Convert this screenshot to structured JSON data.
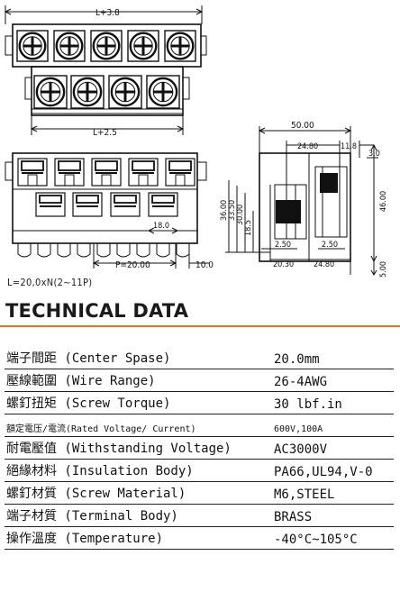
{
  "drawing": {
    "dims": {
      "top_pitch": "L+3.8",
      "mid_pitch": "L+2.5",
      "pitch_p": "P=20.00",
      "side_18": "18.0",
      "bottom_10": "10.0",
      "width_50": "50.00",
      "w_24_80_top": "24.80",
      "w_11_8": "11.8",
      "w_3_0": "3.0",
      "h_36": "36.00",
      "h_33_5": "33.50",
      "h_30": "30.00",
      "h_18_5": "18.5",
      "h_46": "46.00",
      "w_2_50_a": "2.50",
      "w_2_50_b": "2.50",
      "w_20_30": "20.30",
      "w_24_80_bot": "24.80",
      "h_5": "5.00"
    }
  },
  "formula": "L=20,0xN(2~11P)",
  "heading": "TECHNICAL DATA",
  "specs": [
    {
      "label": "端子間距 (Center Spase)",
      "value": "20.0mm"
    },
    {
      "label": "壓線範圍 (Wire Range)",
      "value": "26-4AWG"
    },
    {
      "label": "螺釘扭矩 (Screw Torque)",
      "value": "30 lbf.in"
    },
    {
      "label": "額定電压/電流(Rated Voltage/ Current)",
      "value": "600V,100A",
      "small": true
    },
    {
      "label": "耐電壓值 (Withstanding Voltage)",
      "value": "AC3000V"
    },
    {
      "label": "絕緣材料 (Insulation Body)",
      "value": "PA66,UL94,V-0"
    },
    {
      "label": "螺釘材質 (Screw Material)",
      "value": "M6,STEEL"
    },
    {
      "label": "端子材質 (Terminal Body)",
      "value": "BRASS"
    },
    {
      "label": "操作溫度 (Temperature)",
      "value": "-40°C~105°C"
    }
  ],
  "colors": {
    "accent_rule": "#e8751f",
    "ink": "#111111"
  }
}
